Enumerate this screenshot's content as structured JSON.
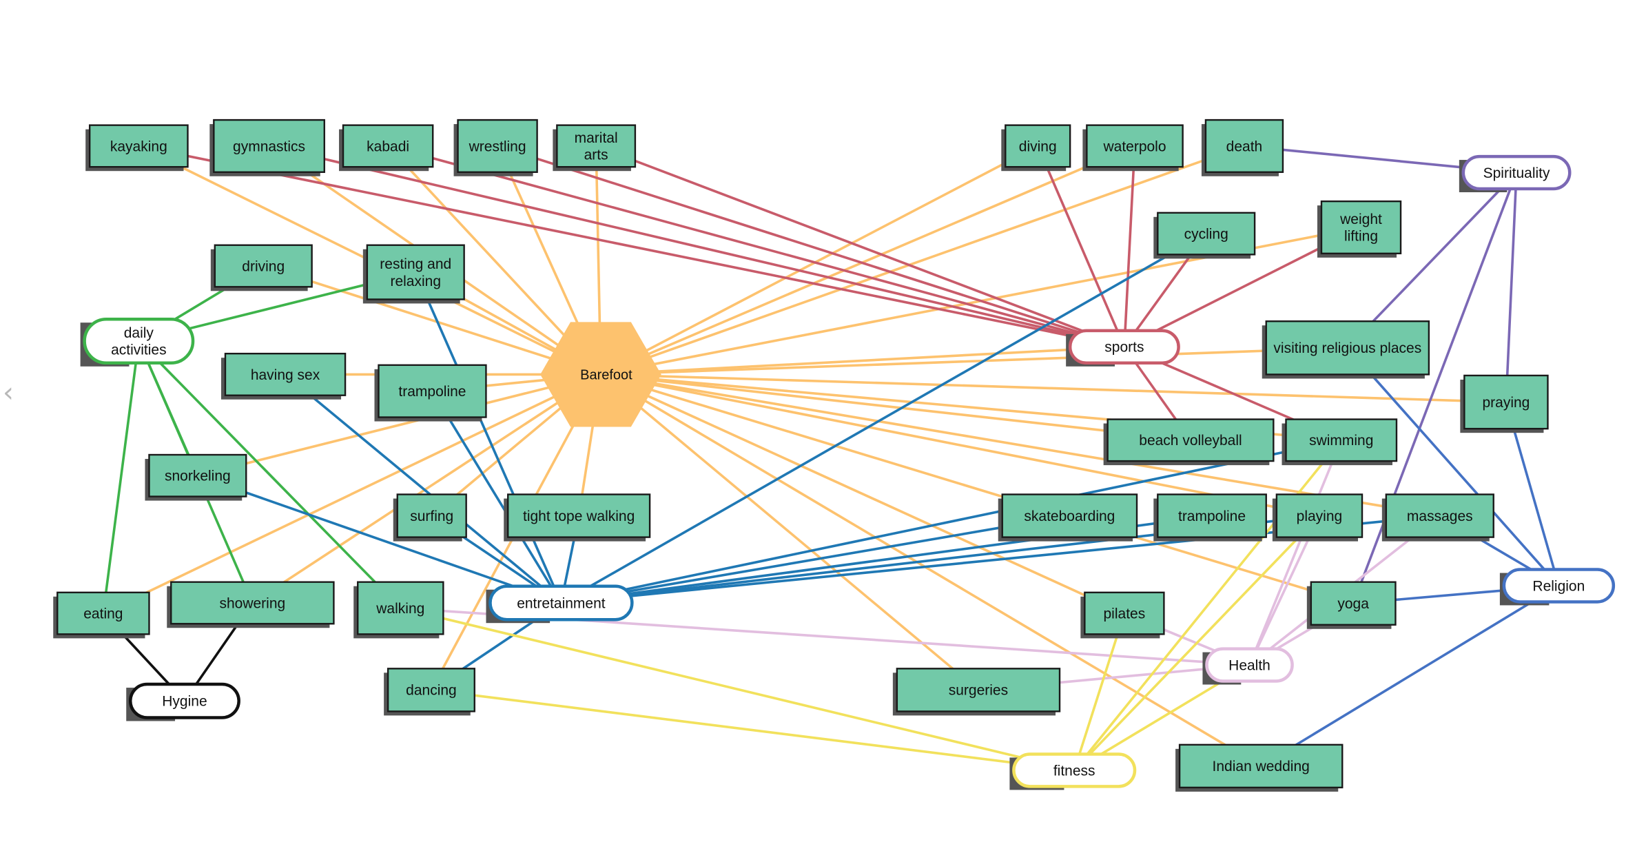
{
  "colors": {
    "barefoot": "#FDC26E",
    "sports": "#C85B6A",
    "daily": "#3DB34A",
    "entertainment": "#1F78B4",
    "spirituality": "#7B68B5",
    "religion": "#4472C4",
    "health": "#E2BEDF",
    "fitness": "#F2E15C",
    "hygiene": "#111111",
    "box_fill": "#72C9A8",
    "box_stroke": "#1a1a1a",
    "shadow": "#555555",
    "center_fill": "#FDC26E"
  },
  "nav": {
    "prev_icon": "chevron-left-icon",
    "prev_glyph": "‹"
  },
  "center": {
    "id": "barefoot",
    "label": "Barefoot"
  },
  "categories": [
    {
      "id": "sports",
      "label": "sports",
      "color": "sports"
    },
    {
      "id": "daily",
      "label": "daily activities",
      "color": "daily"
    },
    {
      "id": "entertainment",
      "label": "entretainment",
      "color": "entertainment"
    },
    {
      "id": "spirituality",
      "label": "Spirituality",
      "color": "spirituality"
    },
    {
      "id": "religion",
      "label": "Religion",
      "color": "religion"
    },
    {
      "id": "health",
      "label": "Health",
      "color": "health"
    },
    {
      "id": "fitness",
      "label": "fitness",
      "color": "fitness"
    },
    {
      "id": "hygiene",
      "label": "Hygine",
      "color": "hygiene"
    }
  ],
  "topics": [
    {
      "id": "kayaking",
      "label": "kayaking"
    },
    {
      "id": "gymnastics",
      "label": "gymnastics"
    },
    {
      "id": "kabadi",
      "label": "kabadi"
    },
    {
      "id": "wrestling",
      "label": "wrestling"
    },
    {
      "id": "marital_arts",
      "label": "marital arts"
    },
    {
      "id": "diving",
      "label": "diving"
    },
    {
      "id": "waterpolo",
      "label": "waterpolo"
    },
    {
      "id": "death",
      "label": "death"
    },
    {
      "id": "driving",
      "label": "driving"
    },
    {
      "id": "resting",
      "label": "resting and relaxing"
    },
    {
      "id": "cycling",
      "label": "cycling"
    },
    {
      "id": "weight_lifting",
      "label": "weight lifting"
    },
    {
      "id": "having_sex",
      "label": "having sex"
    },
    {
      "id": "trampoline1",
      "label": "trampoline"
    },
    {
      "id": "visiting",
      "label": "visiting religious places"
    },
    {
      "id": "praying",
      "label": "praying"
    },
    {
      "id": "snorkeling",
      "label": "snorkeling"
    },
    {
      "id": "beach_volleyball",
      "label": "beach volleyball"
    },
    {
      "id": "swimming",
      "label": "swimming"
    },
    {
      "id": "surfing",
      "label": "surfing"
    },
    {
      "id": "tight_rope",
      "label": "tight tope walking"
    },
    {
      "id": "skateboarding",
      "label": "skateboarding"
    },
    {
      "id": "trampoline2",
      "label": "trampoline"
    },
    {
      "id": "playing",
      "label": "playing"
    },
    {
      "id": "massages",
      "label": "massages"
    },
    {
      "id": "eating",
      "label": "eating"
    },
    {
      "id": "showering",
      "label": "showering"
    },
    {
      "id": "walking",
      "label": "walking"
    },
    {
      "id": "yoga",
      "label": "yoga"
    },
    {
      "id": "pilates",
      "label": "pilates"
    },
    {
      "id": "dancing",
      "label": "dancing"
    },
    {
      "id": "surgeries",
      "label": "surgeries"
    },
    {
      "id": "indian_wedding",
      "label": "Indian wedding"
    }
  ],
  "edges": [
    [
      "barefoot",
      "kayaking",
      "barefoot"
    ],
    [
      "barefoot",
      "gymnastics",
      "barefoot"
    ],
    [
      "barefoot",
      "kabadi",
      "barefoot"
    ],
    [
      "barefoot",
      "wrestling",
      "barefoot"
    ],
    [
      "barefoot",
      "marital_arts",
      "barefoot"
    ],
    [
      "barefoot",
      "diving",
      "barefoot"
    ],
    [
      "barefoot",
      "waterpolo",
      "barefoot"
    ],
    [
      "barefoot",
      "death",
      "barefoot"
    ],
    [
      "barefoot",
      "driving",
      "barefoot"
    ],
    [
      "barefoot",
      "resting",
      "barefoot"
    ],
    [
      "barefoot",
      "weight_lifting",
      "barefoot"
    ],
    [
      "barefoot",
      "having_sex",
      "barefoot"
    ],
    [
      "barefoot",
      "trampoline1",
      "barefoot"
    ],
    [
      "barefoot",
      "sports",
      "barefoot"
    ],
    [
      "barefoot",
      "visiting",
      "barefoot"
    ],
    [
      "barefoot",
      "praying",
      "barefoot"
    ],
    [
      "barefoot",
      "snorkeling",
      "barefoot"
    ],
    [
      "barefoot",
      "beach_volleyball",
      "barefoot"
    ],
    [
      "barefoot",
      "swimming",
      "barefoot"
    ],
    [
      "barefoot",
      "surfing",
      "barefoot"
    ],
    [
      "barefoot",
      "tight_rope",
      "barefoot"
    ],
    [
      "barefoot",
      "massages",
      "barefoot"
    ],
    [
      "barefoot",
      "playing",
      "barefoot"
    ],
    [
      "barefoot",
      "eating",
      "barefoot"
    ],
    [
      "barefoot",
      "showering",
      "barefoot"
    ],
    [
      "barefoot",
      "dancing",
      "barefoot"
    ],
    [
      "barefoot",
      "pilates",
      "barefoot"
    ],
    [
      "barefoot",
      "surgeries",
      "barefoot"
    ],
    [
      "barefoot",
      "indian_wedding",
      "barefoot"
    ],
    [
      "barefoot",
      "yoga",
      "barefoot"
    ],
    [
      "sports",
      "kayaking",
      "sports"
    ],
    [
      "sports",
      "gymnastics",
      "sports"
    ],
    [
      "sports",
      "kabadi",
      "sports"
    ],
    [
      "sports",
      "wrestling",
      "sports"
    ],
    [
      "sports",
      "marital_arts",
      "sports"
    ],
    [
      "sports",
      "diving",
      "sports"
    ],
    [
      "sports",
      "waterpolo",
      "sports"
    ],
    [
      "sports",
      "cycling",
      "sports"
    ],
    [
      "sports",
      "weight_lifting",
      "sports"
    ],
    [
      "sports",
      "beach_volleyball",
      "sports"
    ],
    [
      "sports",
      "swimming",
      "sports"
    ],
    [
      "daily",
      "driving",
      "daily"
    ],
    [
      "daily",
      "resting",
      "daily"
    ],
    [
      "daily",
      "eating",
      "daily"
    ],
    [
      "daily",
      "snorkeling",
      "daily"
    ],
    [
      "daily",
      "showering",
      "daily"
    ],
    [
      "daily",
      "walking",
      "daily"
    ],
    [
      "entertainment",
      "resting",
      "entertainment"
    ],
    [
      "entertainment",
      "having_sex",
      "entertainment"
    ],
    [
      "entertainment",
      "trampoline1",
      "entertainment"
    ],
    [
      "entertainment",
      "snorkeling",
      "entertainment"
    ],
    [
      "entertainment",
      "surfing",
      "entertainment"
    ],
    [
      "entertainment",
      "tight_rope",
      "entertainment"
    ],
    [
      "entertainment",
      "cycling",
      "entertainment"
    ],
    [
      "entertainment",
      "swimming",
      "entertainment"
    ],
    [
      "entertainment",
      "skateboarding",
      "entertainment"
    ],
    [
      "entertainment",
      "trampoline2",
      "entertainment"
    ],
    [
      "entertainment",
      "playing",
      "entertainment"
    ],
    [
      "entertainment",
      "massages",
      "entertainment"
    ],
    [
      "entertainment",
      "dancing",
      "entertainment"
    ],
    [
      "spirituality",
      "death",
      "spirituality"
    ],
    [
      "spirituality",
      "visiting",
      "spirituality"
    ],
    [
      "spirituality",
      "praying",
      "spirituality"
    ],
    [
      "spirituality",
      "yoga",
      "spirituality"
    ],
    [
      "religion",
      "visiting",
      "religion"
    ],
    [
      "religion",
      "praying",
      "religion"
    ],
    [
      "religion",
      "massages",
      "religion"
    ],
    [
      "religion",
      "yoga",
      "religion"
    ],
    [
      "religion",
      "indian_wedding",
      "religion"
    ],
    [
      "health",
      "walking",
      "health"
    ],
    [
      "health",
      "pilates",
      "health"
    ],
    [
      "health",
      "surgeries",
      "health"
    ],
    [
      "health",
      "yoga",
      "health"
    ],
    [
      "health",
      "massages",
      "health"
    ],
    [
      "health",
      "playing",
      "health"
    ],
    [
      "health",
      "swimming",
      "health"
    ],
    [
      "fitness",
      "walking",
      "fitness"
    ],
    [
      "fitness",
      "dancing",
      "fitness"
    ],
    [
      "fitness",
      "pilates",
      "fitness"
    ],
    [
      "fitness",
      "swimming",
      "fitness"
    ],
    [
      "fitness",
      "playing",
      "fitness"
    ],
    [
      "fitness",
      "health",
      "fitness"
    ],
    [
      "hygiene",
      "eating",
      "hygiene"
    ],
    [
      "hygiene",
      "showering",
      "hygiene"
    ]
  ]
}
